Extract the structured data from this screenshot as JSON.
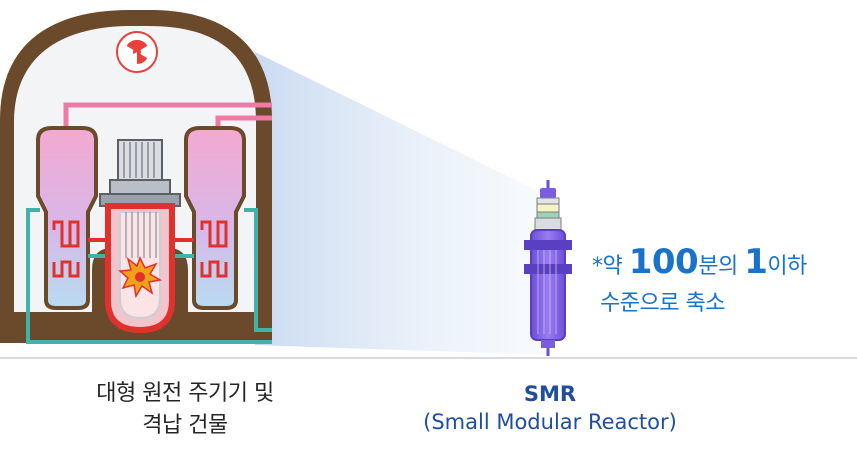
{
  "large_reactor": {
    "caption_line1": "대형 원전 주기기 및",
    "caption_line2": "격납 건물"
  },
  "smr": {
    "name": "SMR",
    "full_name": "(Small Modular Reactor)"
  },
  "scale_note": {
    "prefix": "*약 ",
    "number": "100",
    "middle": "분의 ",
    "fraction": "1",
    "suffix": "이하",
    "line2": "수준으로 축소"
  },
  "icons": {
    "radiation": "radiation-icon",
    "core": "reactor-core-icon"
  },
  "colors": {
    "containment_wall": "#6a4a2b",
    "steam_pipe": "#f07aa6",
    "water_pipe": "#3fb3a8",
    "hot_leg": "#e2312c",
    "smr_body": "#7b5ce0",
    "note_text": "#1a73c8"
  }
}
